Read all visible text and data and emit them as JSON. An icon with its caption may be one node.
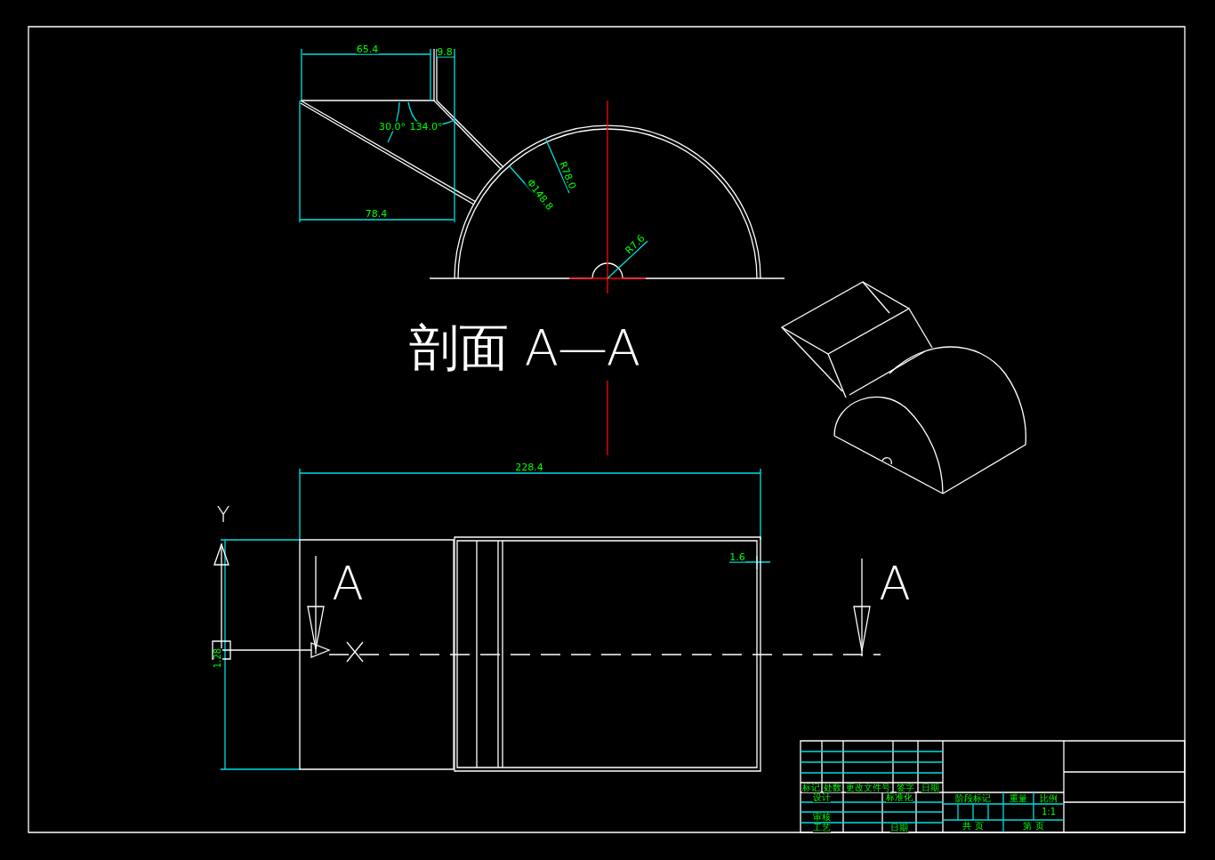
{
  "diagram": {
    "labels": [
      "65.4",
      "9.8",
      "30.0°",
      "134.0°",
      "R78.0",
      "Φ148.8",
      "78.4",
      "R7.6",
      "剖面 A—A",
      "228.4",
      "Y",
      "A",
      "1.6",
      "A",
      "1.28",
      "标记",
      "处数",
      "更改文件号",
      "签字",
      "日期",
      "设计",
      "标准化",
      "阶段标记",
      "重量",
      "比例",
      "1:1",
      "审核",
      "工艺",
      "日期",
      "共 页",
      "第 页"
    ]
  }
}
